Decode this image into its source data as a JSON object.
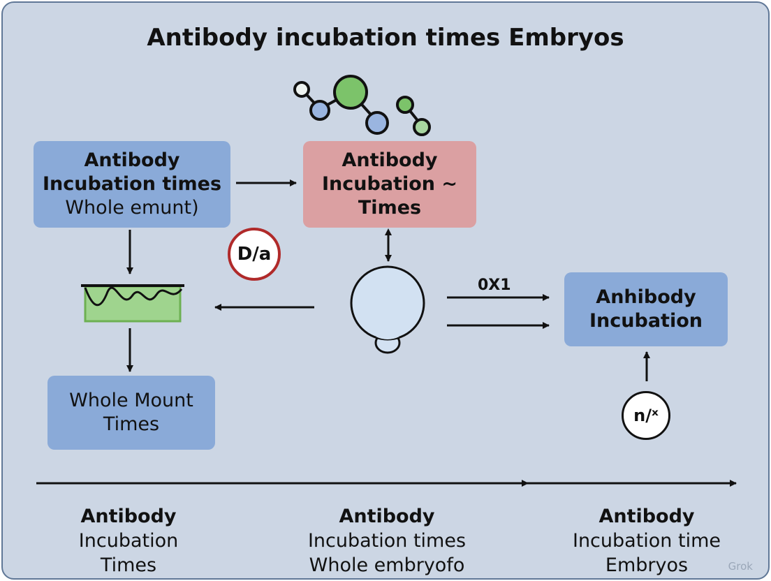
{
  "title": "Antibody incubation times Embryos",
  "box_top_left": {
    "line1": "Antibody",
    "line2": "Incubation times",
    "line3": "Whole emunt)"
  },
  "box_top_center": {
    "line1": "Antibody",
    "line2": "Incubation ~",
    "line3": "Times"
  },
  "box_bottom_left": {
    "line1": "Whole Mount",
    "line2": "Times"
  },
  "box_right": {
    "line1": "Anhibody",
    "line2": "Incubation"
  },
  "badge_da": "D/a",
  "badge_nx": "n/ˣ",
  "arrow_label_0x1": "0X1",
  "bottom_labels": [
    {
      "heading": "Antibody",
      "line1": "Incubation",
      "line2": "Times"
    },
    {
      "heading": "Antibody",
      "line1": "Incubation times",
      "line2": "Whole embryofo"
    },
    {
      "heading": "Antibody",
      "line1": "Incubation time",
      "line2": "Embryos"
    }
  ],
  "watermark": "Grok",
  "colors": {
    "background": "#ccd6e4",
    "blue_box": "#8aaad8",
    "red_box": "#dba0a2",
    "green_node": "#7cc36a",
    "blue_node": "#9ab5e0",
    "badge_border": "#b02a2a"
  },
  "icons": [
    "molecule-icon",
    "tissue-sample-icon",
    "embryo-icon"
  ]
}
